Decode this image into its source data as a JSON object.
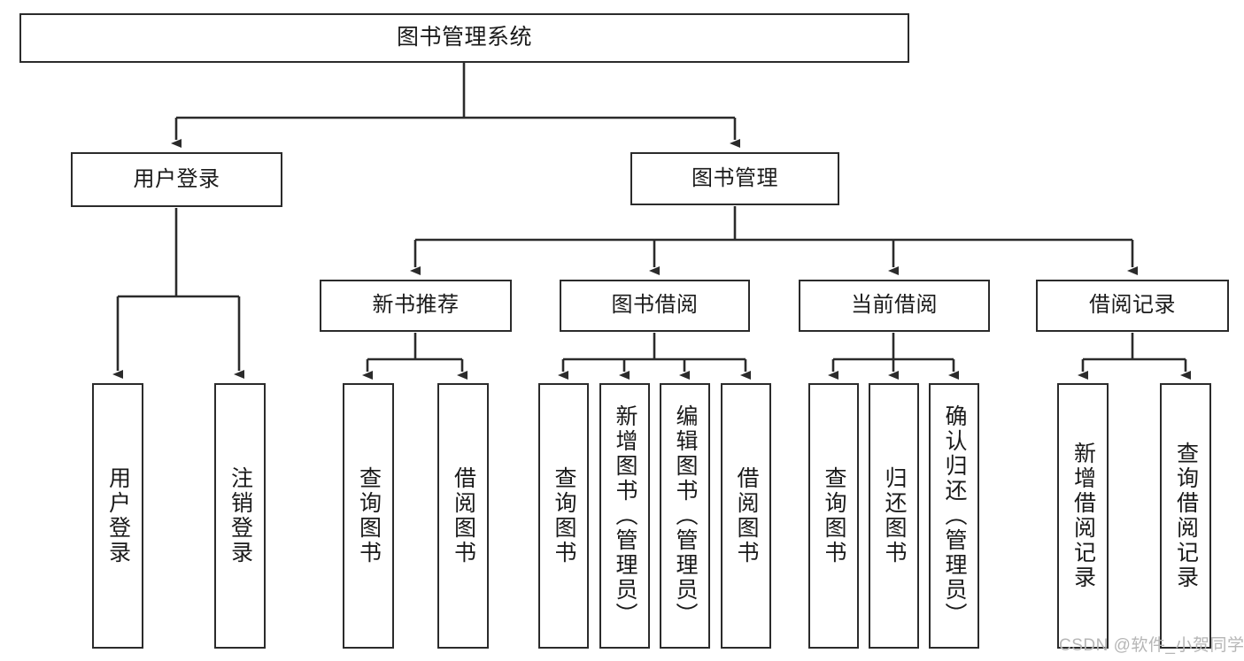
{
  "diagram": {
    "type": "tree-hierarchy",
    "title": "图书管理系统",
    "watermark": "CSDN @软件_小贺同学",
    "colors": {
      "box_border": "#2b2b2b",
      "box_fill": "#ffffff",
      "edge": "#2b2b2b",
      "text": "#1a1a1a",
      "watermark": "#b6b6b6",
      "background": "#ffffff"
    },
    "nodes": {
      "root": {
        "label": "图书管理系统"
      },
      "level2": [
        {
          "id": "user-login",
          "label": "用户登录"
        },
        {
          "id": "book-manage",
          "label": "图书管理"
        }
      ],
      "level3": [
        {
          "id": "new-book-rec",
          "label": "新书推荐"
        },
        {
          "id": "book-borrow",
          "label": "图书借阅"
        },
        {
          "id": "current-borrow",
          "label": "当前借阅"
        },
        {
          "id": "borrow-record",
          "label": "借阅记录"
        }
      ],
      "leaves": {
        "user-login": [
          {
            "id": "leaf-user-login",
            "label": "用户登录"
          },
          {
            "id": "leaf-logout",
            "label": "注销登录"
          }
        ],
        "new-book-rec": [
          {
            "id": "leaf-query-book-1",
            "label": "查询图书"
          },
          {
            "id": "leaf-borrow-book-1",
            "label": "借阅图书"
          }
        ],
        "book-borrow": [
          {
            "id": "leaf-query-book-2",
            "label": "查询图书"
          },
          {
            "id": "leaf-add-book",
            "label": "新增图书（管理员）"
          },
          {
            "id": "leaf-edit-book",
            "label": "编辑图书（管理员）"
          },
          {
            "id": "leaf-borrow-book-2",
            "label": "借阅图书"
          }
        ],
        "current-borrow": [
          {
            "id": "leaf-query-book-3",
            "label": "查询图书"
          },
          {
            "id": "leaf-return-book",
            "label": "归还图书"
          },
          {
            "id": "leaf-confirm-return",
            "label": "确认归还（管理员）"
          }
        ],
        "borrow-record": [
          {
            "id": "leaf-add-record",
            "label": "新增借阅记录"
          },
          {
            "id": "leaf-query-record",
            "label": "查询借阅记录"
          }
        ]
      }
    }
  }
}
